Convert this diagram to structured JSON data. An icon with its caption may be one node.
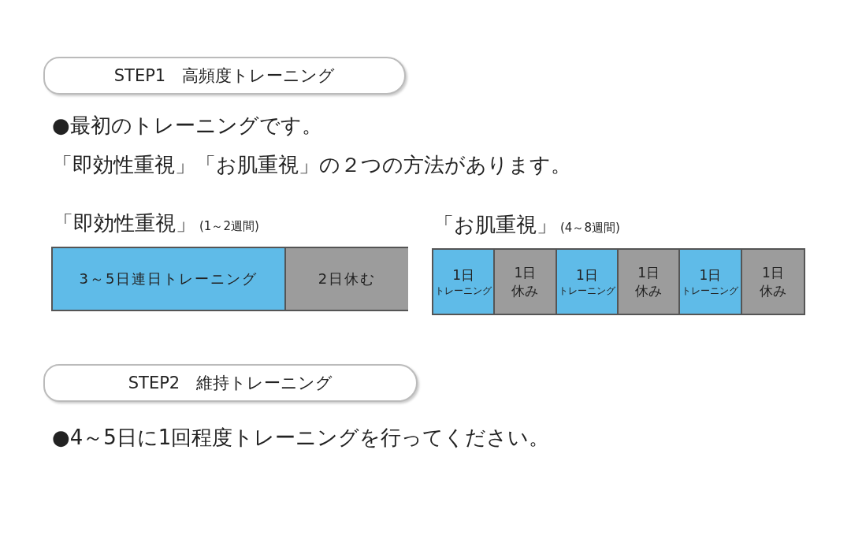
{
  "diagram": {
    "nodes": [
      {
        "text": [
          "STEP1　高頻度トレーニング"
        ]
      },
      {
        "text": [
          "「即効性重視」",
          "(1～2週間)"
        ]
      },
      {
        "text": [
          "3～5日連日トレーニング"
        ],
        "in": 1
      },
      {
        "text": [
          "2日休む"
        ],
        "in": 1
      },
      {
        "text": [
          "「お肌重視」",
          "(4～8週間)"
        ]
      },
      {
        "text": [
          "1日",
          "トレーニング"
        ],
        "in": 4
      },
      {
        "text": [
          "1日",
          "休み"
        ],
        "in": 4
      },
      {
        "text": [
          "1日",
          "トレーニング"
        ],
        "in": 4
      },
      {
        "text": [
          "1日",
          "休み"
        ],
        "in": 4
      },
      {
        "text": [
          "1日",
          "トレーニング"
        ],
        "in": 4
      },
      {
        "text": [
          "1日",
          "休み"
        ],
        "in": 4
      },
      {
        "text": [
          "STEP2　維持トレーニング"
        ]
      }
    ],
    "edges": [],
    "labels": [
      "●最初のトレーニングです。",
      "「即効性重視」「お肌重視」の２つの方法があります。",
      "●4～5日に1回程度トレーニングを行ってください。"
    ]
  }
}
